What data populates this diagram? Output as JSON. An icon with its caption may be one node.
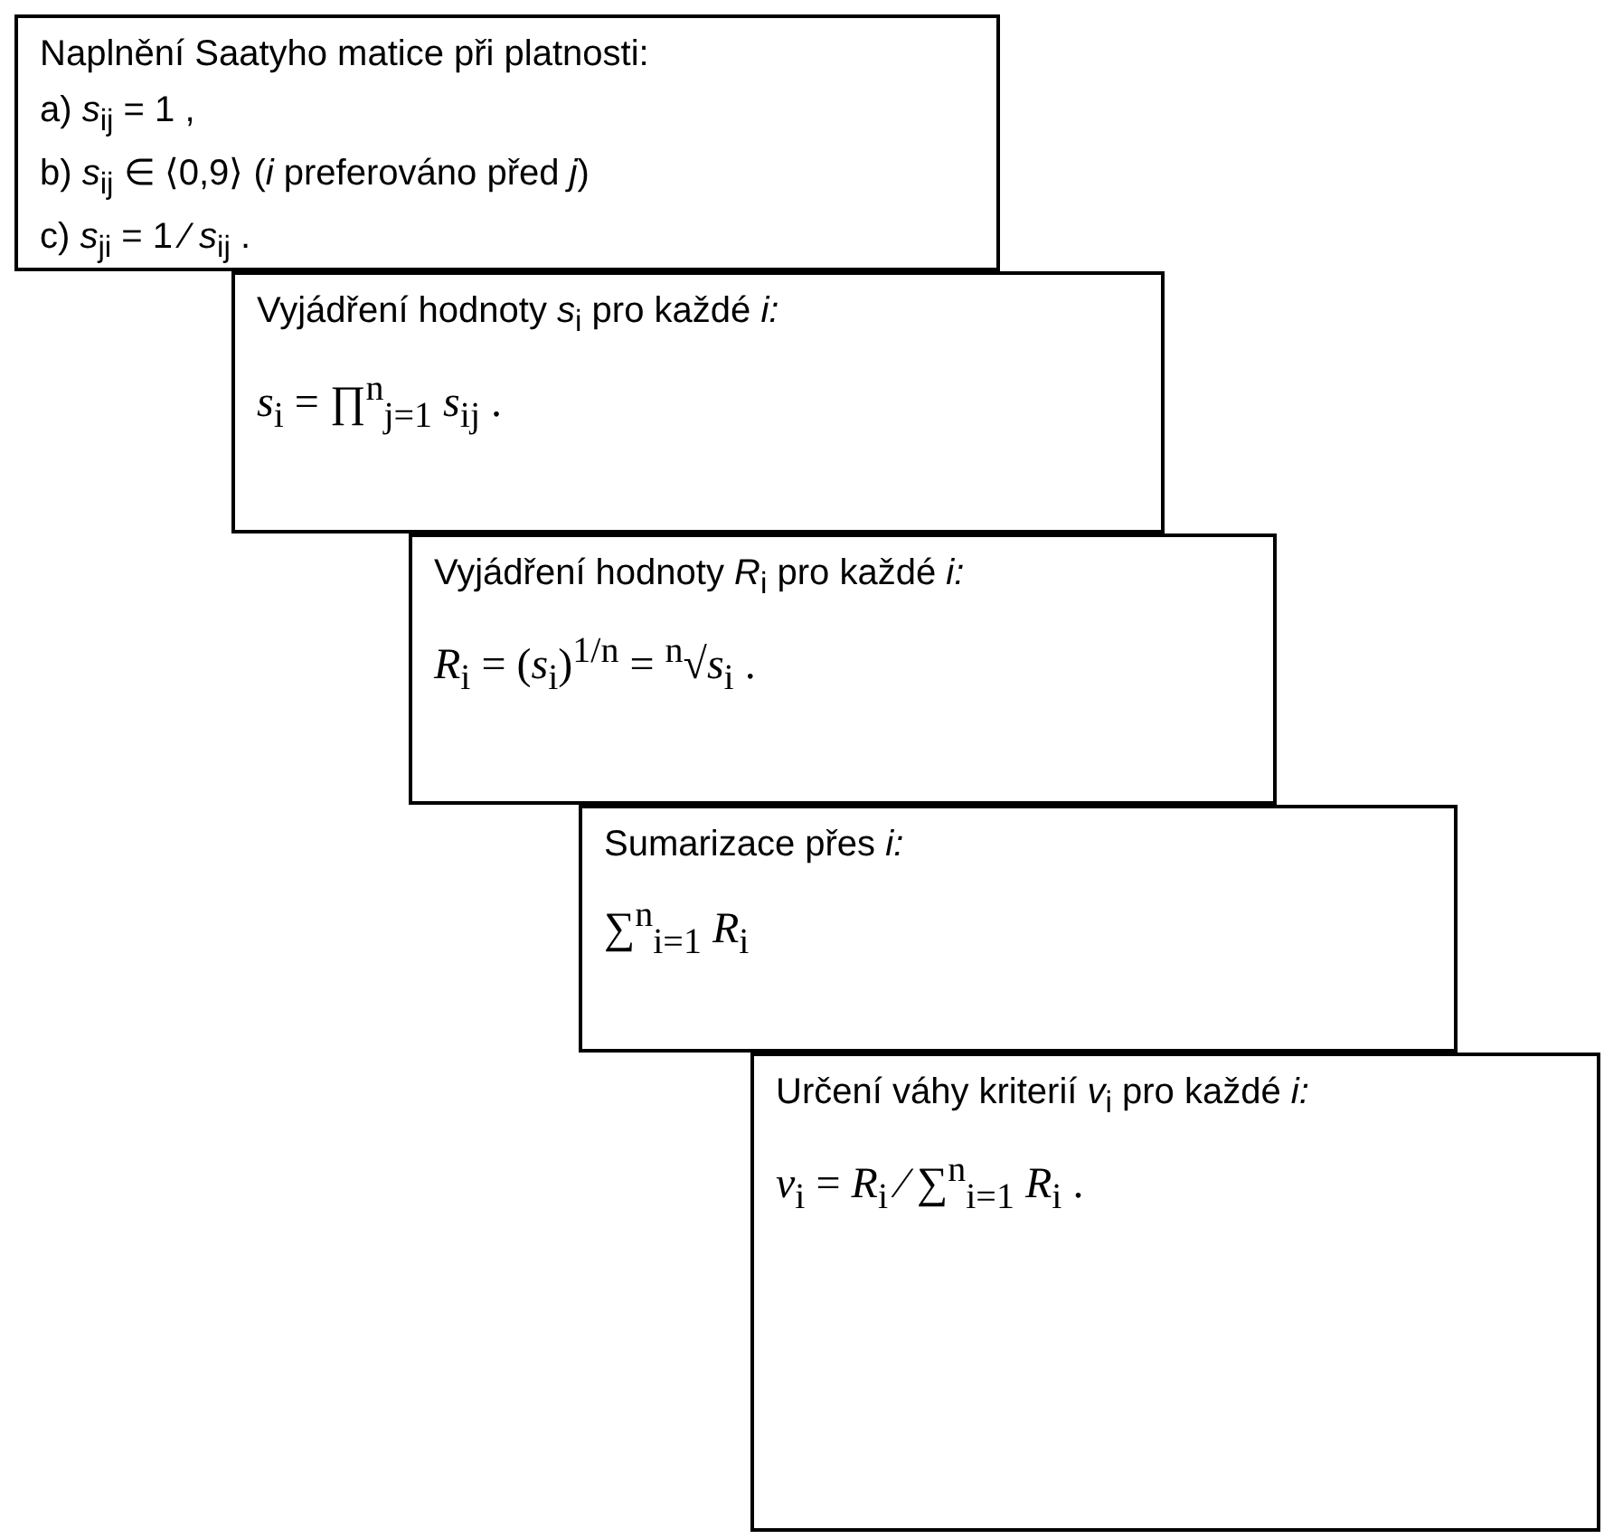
{
  "diagram": {
    "nodes": [
      {
        "text": [
          "Naplnění Saatyho matice při platnosti:",
          "a) *s*$_{ij}$ = 1 ,",
          "b) *s*$_{ij}$ ∈ ⟨0,9⟩ (*i* preferováno před *j*)",
          "c) *s*$_{ji}$ = 1 ⁄ *s*$_{ij}$ ."
        ]
      },
      {
        "text": [
          "Vyjádření hodnoty *s*$_{i}$ pro každé *i:*",
          "*s*$_{i}$ = ∏$^{n}$$_{j=1}$ *s*$_{ij}$ ."
        ]
      },
      {
        "text": [
          "Vyjádření hodnoty *R*$_{i}$ pro každé *i:*",
          "*R*$_{i}$ = (*s*$_{i}$)$^{1/n}$ = $^{n}$√*s*$_{i}$ ."
        ]
      },
      {
        "text": [
          "Sumarizace přes *i:*",
          "∑$^{n}$$_{i=1}$ *R*$_{i}$"
        ]
      },
      {
        "text": [
          "Určení váhy kriterií *v*$_{i}$ pro každé *i:*",
          "*v*$_{i}$ = *R*$_{i}$ ⁄ ∑$^{n}$$_{i=1}$ *R*$_{i}$ ."
        ]
      }
    ],
    "edges": []
  }
}
